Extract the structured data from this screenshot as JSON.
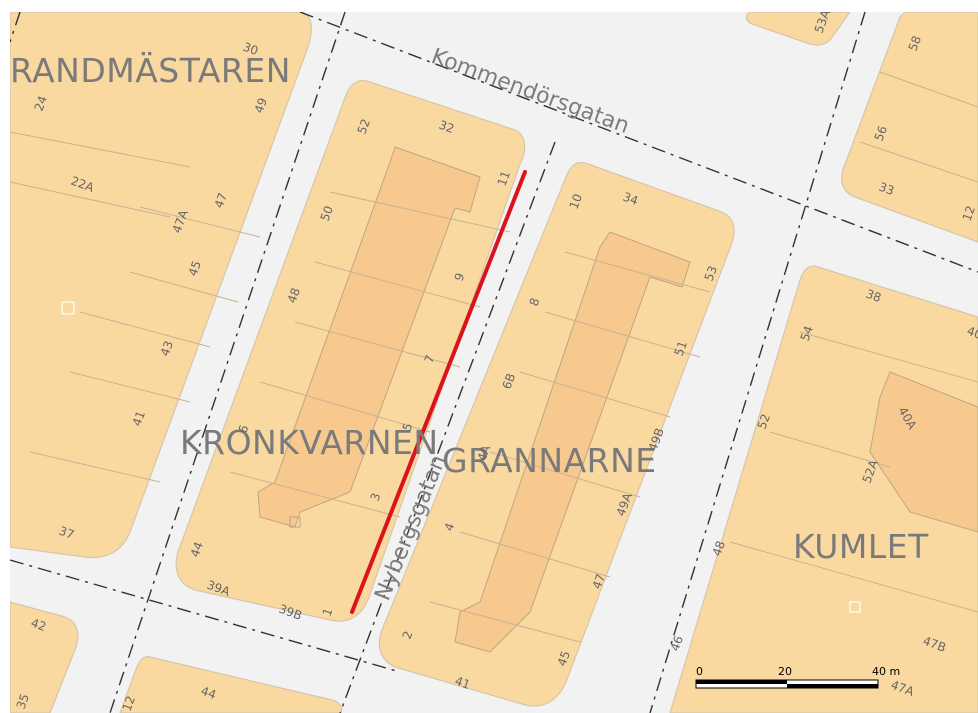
{
  "districts": {
    "brandmastaren": "RANDMÄSTAREN",
    "kronkvarnen": "KRONKVARNEN",
    "grannarne": "GRANNARNE",
    "kumlet": "KUMLET"
  },
  "streets": {
    "kommendorsgatan": "Kommendörsgatan",
    "nybergsgatan": "Nybergsgatan"
  },
  "address_numbers": {
    "n30": "30",
    "n24": "24",
    "n49": "49",
    "n22a": "22A",
    "n47a": "47A",
    "n47": "47",
    "n45": "45",
    "n43": "43",
    "n41": "41",
    "n37": "37",
    "n52": "52",
    "n32": "32",
    "n11": "11",
    "n50": "50",
    "n9": "9",
    "n48": "48",
    "n7": "7",
    "n5": "5",
    "n6": "6",
    "n44": "44",
    "n3": "3",
    "n39a": "39A",
    "n39b": "39B",
    "n1": "1",
    "n10": "10",
    "n34": "34",
    "n53": "53",
    "n8": "8",
    "n51": "51",
    "n6b": "6B",
    "n4a": "4A",
    "n49b": "49B",
    "n49a": "49A",
    "n4": "4",
    "n2": "2",
    "n47b": "47",
    "n45b": "45",
    "n41b": "41",
    "n48b": "48",
    "n46": "46",
    "n44b": "44",
    "n35": "35",
    "n42": "42",
    "n12": "12",
    "n53a": "53A",
    "n58": "58",
    "n56": "56",
    "n33": "33",
    "n38": "38",
    "n40": "40",
    "n54": "54",
    "n52b": "52",
    "n40a": "40A",
    "n52a": "52A",
    "n47bb": "47B",
    "n47ab": "47A"
  },
  "scale": {
    "label_0": "0",
    "label_20": "20",
    "label_40": "40 m"
  },
  "colors": {
    "block": "#fad9a1",
    "building": "#f7c98f",
    "road": "#f2f2f2",
    "highlight_line": "#d9151b"
  }
}
